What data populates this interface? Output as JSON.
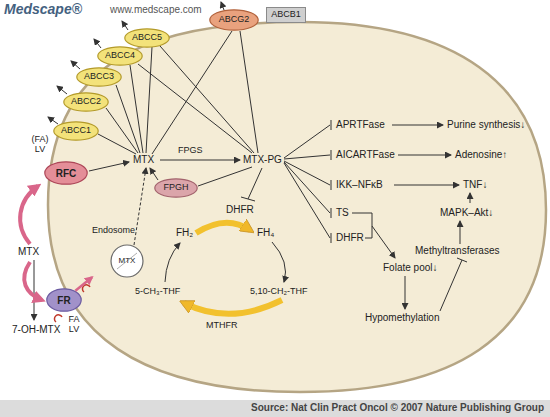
{
  "diagram": {
    "caption": "Source: Nat Clin Pract Oncol © 2007 Nature Publishing Group",
    "nodes": [
      {
        "text": [
          "ABCC1"
        ]
      },
      {
        "text": [
          "ABCC2"
        ]
      },
      {
        "text": [
          "ABCC3"
        ]
      },
      {
        "text": [
          "ABCC4"
        ]
      },
      {
        "text": [
          "ABCC5"
        ]
      },
      {
        "text": [
          "ABCG2"
        ]
      },
      {
        "text": [
          "ABCB1"
        ]
      },
      {
        "text": [
          "RFC"
        ]
      },
      {
        "text": [
          "FPGH"
        ]
      },
      {
        "text": [
          "Endosome",
          "MTX"
        ]
      },
      {
        "text": [
          "FR"
        ]
      }
    ],
    "edges": [
      {
        "from": 10,
        "to": 9,
        "arrow": "to"
      }
    ],
    "labels": [
      "Medscape®",
      "www.medscape.com",
      "(FA) LV",
      "MTX",
      "7-OH-MTX",
      "FA LV",
      "MTX",
      "FPGS",
      "MTX-PG",
      "DHFR",
      "FH₂",
      "FH₄",
      "5-CH₃-THF",
      "5,10-CH₂-THF",
      "MTHFR",
      "APRTFase",
      "AICARTFase",
      "IKK–NFκB",
      "TS",
      "DHFR",
      "Purine synthesis↓",
      "Adenosine↑",
      "TNF↓",
      "MAPK–Akt↓",
      "Methyltransferases",
      "Folate pool↓",
      "Hypomethylation"
    ]
  }
}
